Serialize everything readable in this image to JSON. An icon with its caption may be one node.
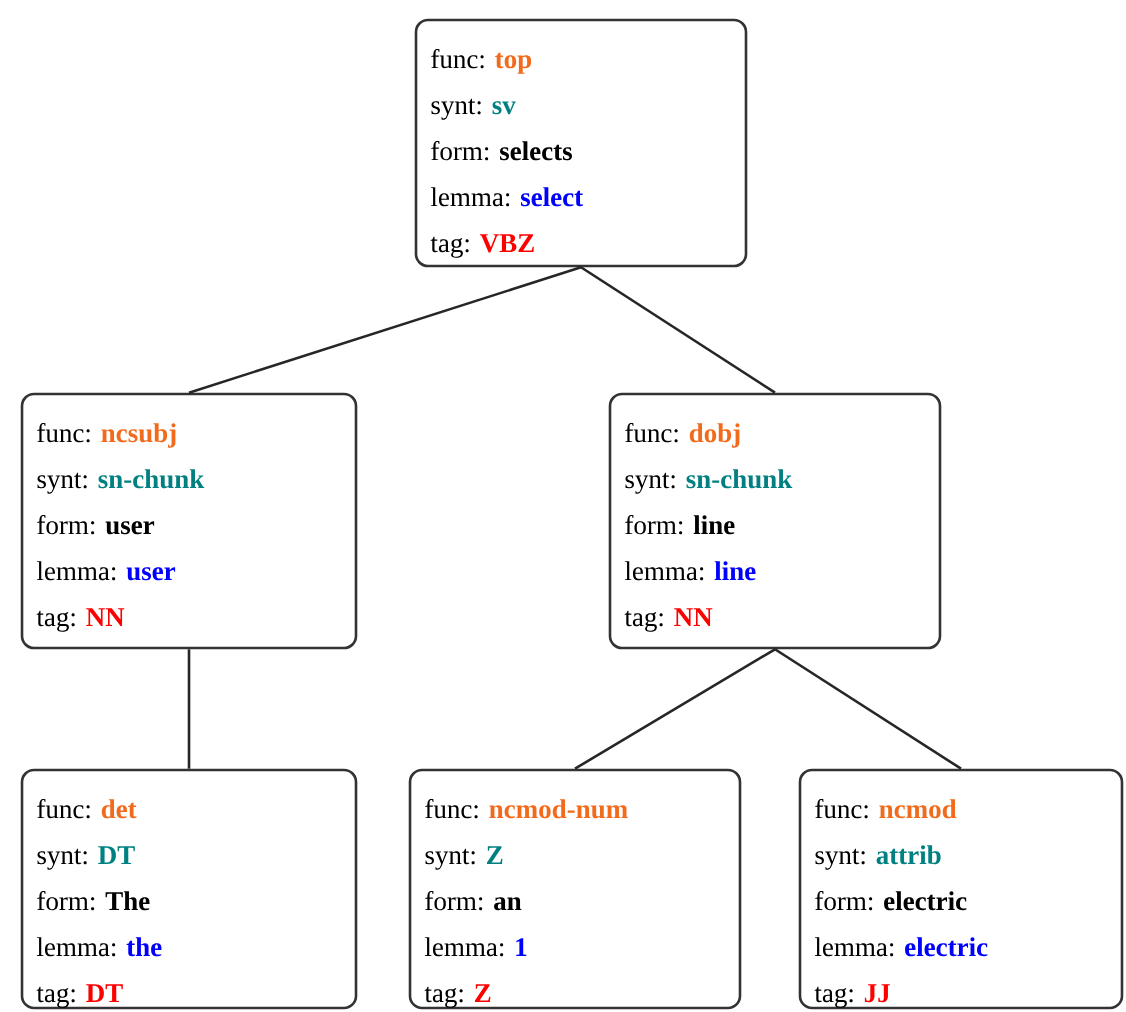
{
  "diagram": {
    "nodes": [
      {
        "text": [
          "func:",
          "top",
          "synt:",
          "sv",
          "form:",
          "selects",
          "lemma:",
          "select",
          "tag:",
          "VBZ"
        ]
      },
      {
        "text": [
          "func:",
          "ncsubj",
          "synt:",
          "sn-chunk",
          "form:",
          "user",
          "lemma:",
          "user",
          "tag:",
          "NN"
        ]
      },
      {
        "text": [
          "func:",
          "dobj",
          "synt:",
          "sn-chunk",
          "form:",
          "line",
          "lemma:",
          "line",
          "tag:",
          "NN"
        ]
      },
      {
        "text": [
          "func:",
          "det",
          "synt:",
          "DT",
          "form:",
          "The",
          "lemma:",
          "the",
          "tag:",
          "DT"
        ]
      },
      {
        "text": [
          "func:",
          "ncmod-num",
          "synt:",
          "Z",
          "form:",
          "an",
          "lemma:",
          "1",
          "tag:",
          "Z"
        ]
      },
      {
        "text": [
          "func:",
          "ncmod",
          "synt:",
          "attrib",
          "form:",
          "electric",
          "lemma:",
          "electric",
          "tag:",
          "JJ"
        ]
      }
    ],
    "edges": [
      {
        "from": 0,
        "to": 1,
        "arrow": "none"
      },
      {
        "from": 0,
        "to": 2,
        "arrow": "none"
      },
      {
        "from": 1,
        "to": 3,
        "arrow": "none"
      },
      {
        "from": 2,
        "to": 4,
        "arrow": "none"
      },
      {
        "from": 2,
        "to": 5,
        "arrow": "none"
      }
    ]
  }
}
